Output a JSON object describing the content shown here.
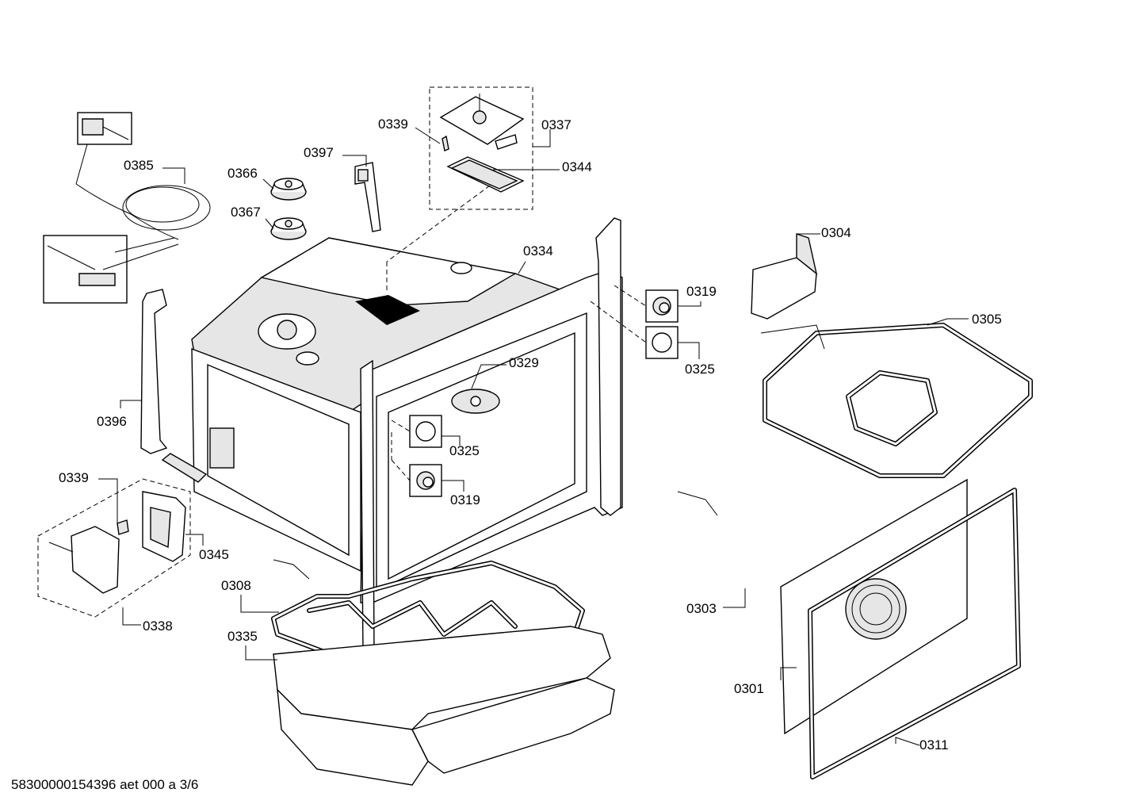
{
  "diagram": {
    "labels": {
      "p0385": "0385",
      "p0366": "0366",
      "p0367": "0367",
      "p0397": "0397",
      "p0339_top": "0339",
      "p0337": "0337",
      "p0344": "0344",
      "p0334": "0334",
      "p0304": "0304",
      "p0319_right": "0319",
      "p0325_right": "0325",
      "p0305": "0305",
      "p0329": "0329",
      "p0396": "0396",
      "p0325_mid": "0325",
      "p0319_mid": "0319",
      "p0339_left": "0339",
      "p0345": "0345",
      "p0338": "0338",
      "p0308": "0308",
      "p0335": "0335",
      "p0303": "0303",
      "p0301": "0301",
      "p0311": "0311"
    },
    "footer": "58300000154396 aet 000 a 3/6"
  }
}
